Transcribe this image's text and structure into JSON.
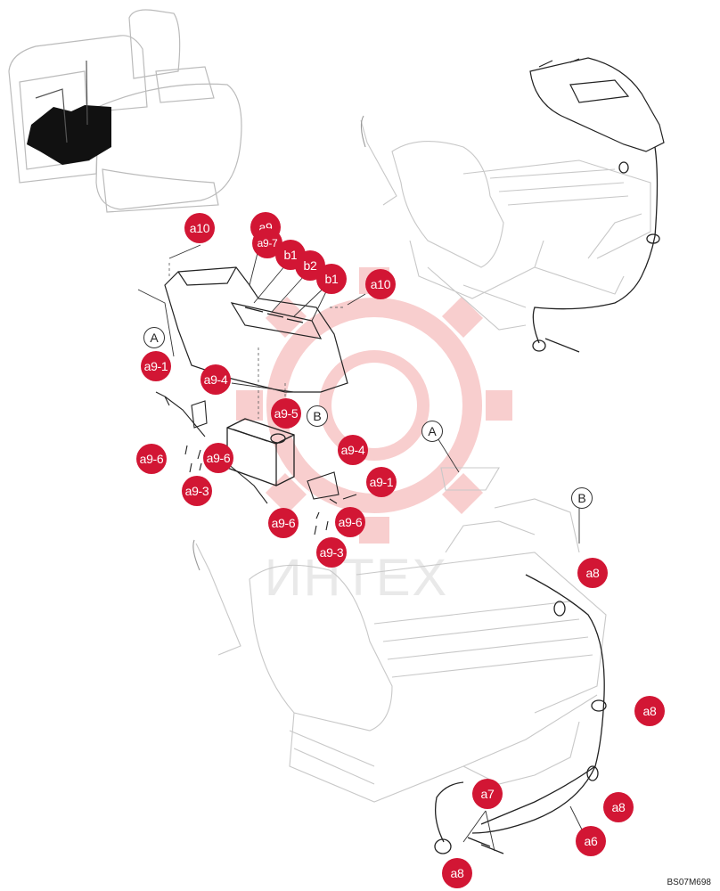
{
  "callouts": {
    "a10_top": "a10",
    "a9": "a9",
    "a9_7": "a9-7",
    "b1_left": "b1",
    "b2": "b2",
    "b1_right": "b1",
    "a10_right": "a10",
    "a9_1_left": "a9-1",
    "a9_4_left": "a9-4",
    "a9_5": "a9-5",
    "a9_6_left_a": "a9-6",
    "a9_6_left_b": "a9-6",
    "a9_3_left": "a9-3",
    "a9_4_right": "a9-4",
    "a9_1_right": "a9-1",
    "a9_6_right_a": "a9-6",
    "a9_6_right_b": "a9-6",
    "a9_3_right": "a9-3",
    "a8_top": "a8",
    "a8_mid": "a8",
    "a8_lower": "a8",
    "a7": "a7",
    "a6": "a6",
    "a8_bottom": "a8"
  },
  "refs": {
    "a_upper": "A",
    "b_upper": "B",
    "a_lower": "A",
    "b_lower": "B"
  },
  "watermark": "ИНТЕХ",
  "drawing_code": "BS07M698",
  "colors": {
    "callout": "#d21634",
    "watermark": "#f7c6c6",
    "line": "#222222"
  }
}
